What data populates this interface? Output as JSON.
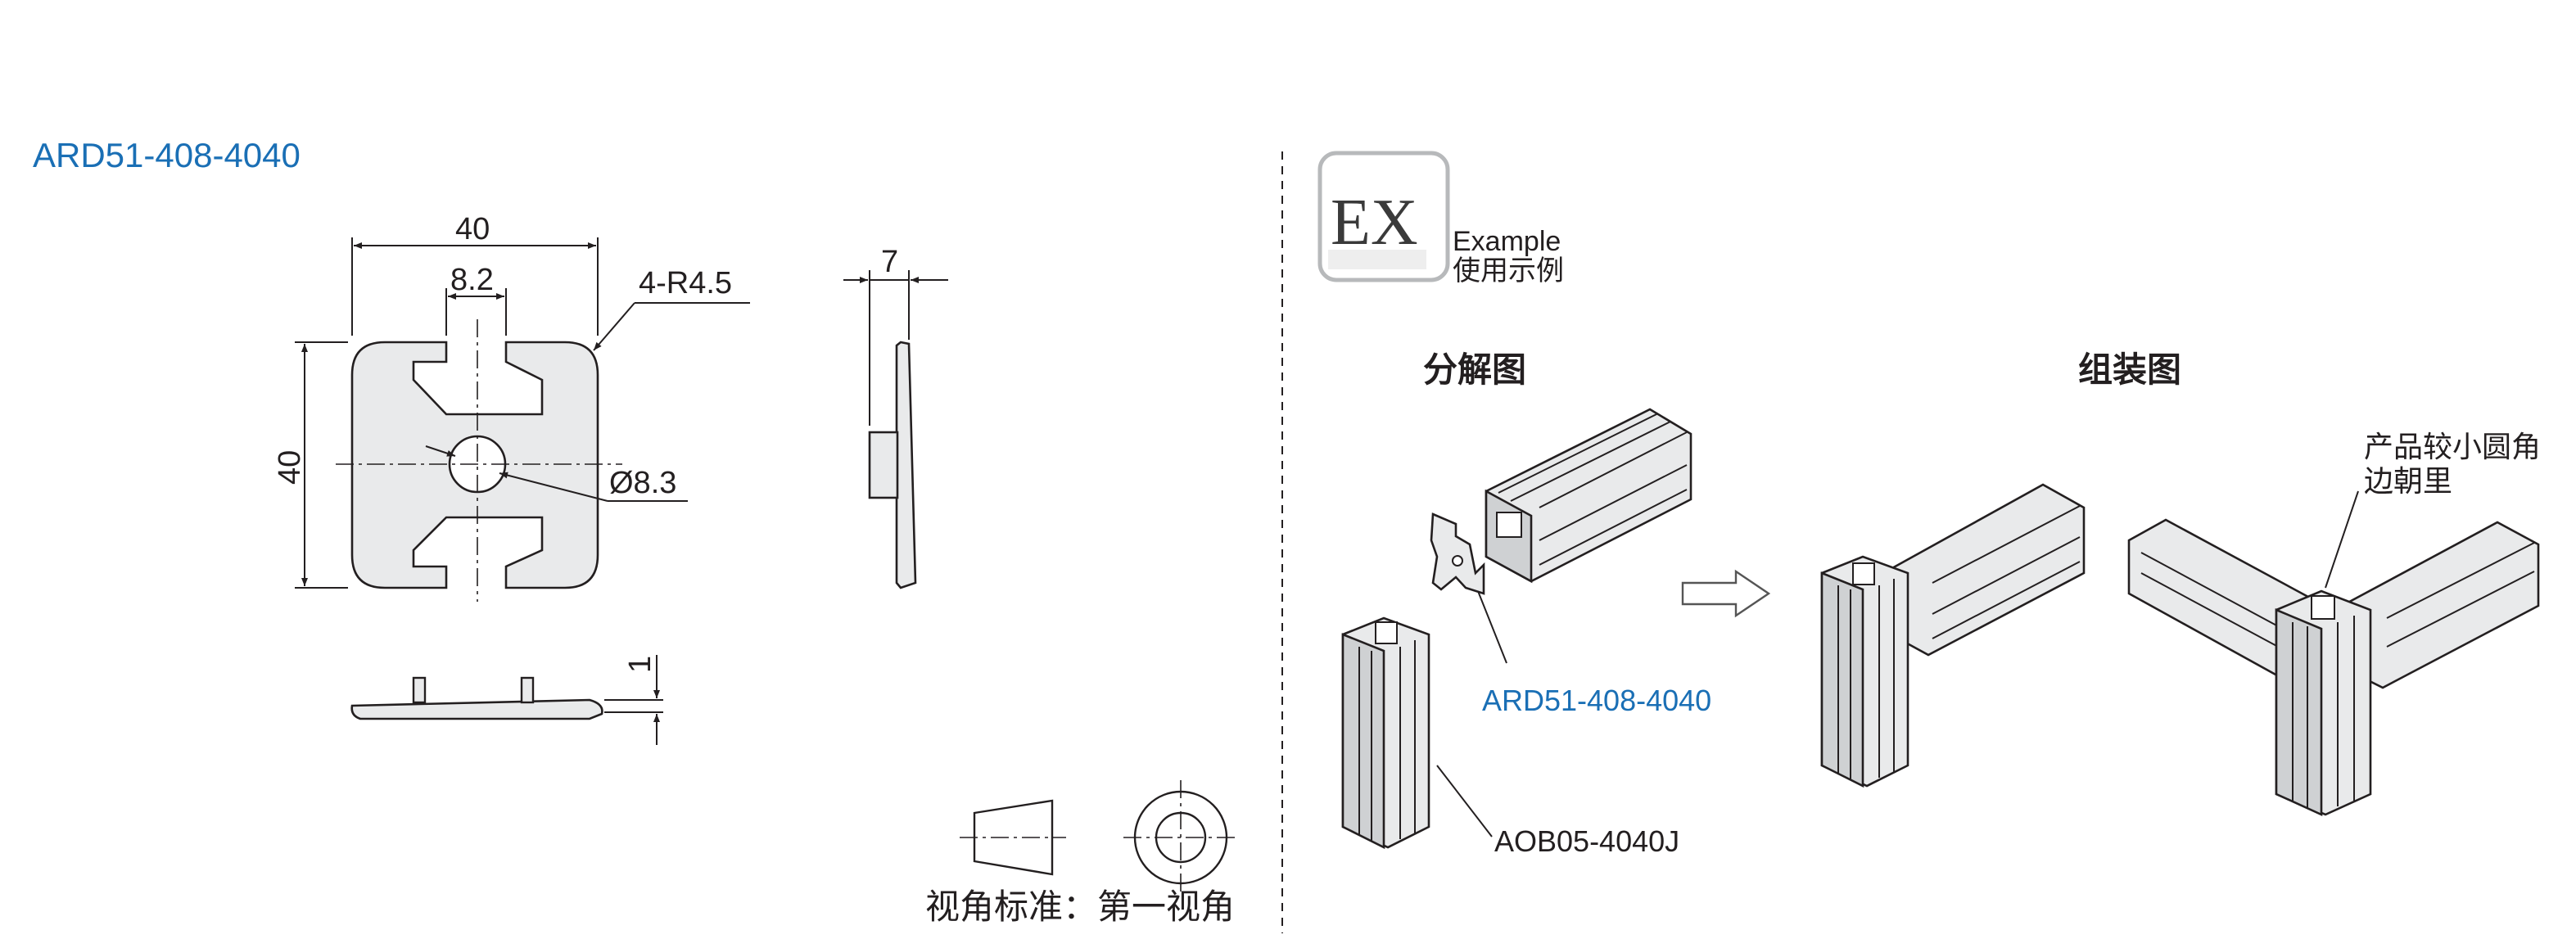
{
  "part_number": "ARD51-408-4040",
  "dimensions": {
    "width": "40",
    "slot": "8.2",
    "radius": "4-R4.5",
    "height": "40",
    "hole": "Ø8.3",
    "thickness": "7",
    "tab": "1"
  },
  "view_standard": "视角标准：第一视角",
  "example_badge": {
    "icon_text": "EX",
    "label_en": "Example",
    "label_cn": "使用示例"
  },
  "headings": {
    "exploded": "分解图",
    "assembled": "组装图"
  },
  "callouts": {
    "cap_part": "ARD51-408-4040",
    "profile_part": "AOB05-4040J",
    "note_line1": "产品较小圆角",
    "note_line2": "边朝里"
  },
  "colors": {
    "accent_blue": "#1a6fb5",
    "part_fill": "#e9eaeb",
    "line": "#231f20"
  }
}
